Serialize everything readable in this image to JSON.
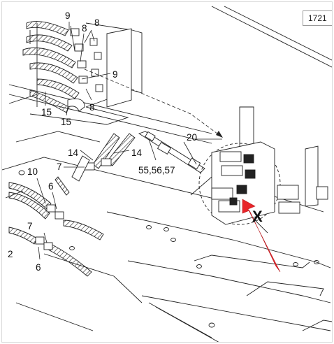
{
  "corner_id": "1721",
  "callouts": {
    "c9a": "9",
    "c8a": "8",
    "c8b": "8",
    "c9b": "9",
    "c8c": "8",
    "c15a": "15",
    "c15b": "15",
    "c20": "20",
    "c14a": "14",
    "c14b": "14",
    "c555657": "55,56,57",
    "c7a": "7",
    "c10": "10",
    "c6a": "6",
    "c7b": "7",
    "c2": "2",
    "c6b": "6",
    "cX": "X"
  },
  "colors": {
    "highlight_arrow": "#e8252a",
    "line": "#1a1a1a"
  }
}
